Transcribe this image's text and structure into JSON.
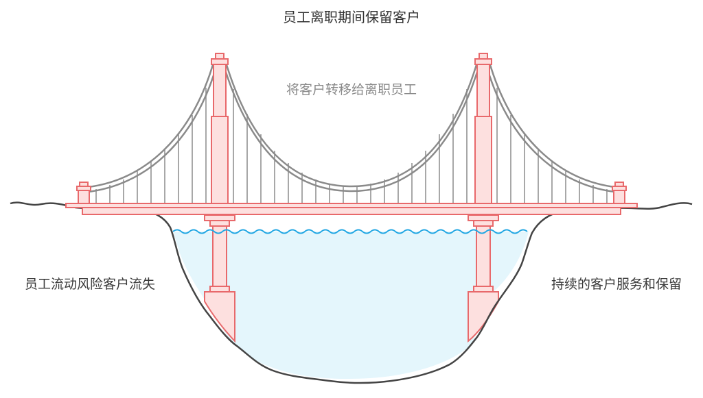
{
  "title": "员工离职期间保留客户",
  "bridge_label": "将客户转移给离职员工",
  "left_label": "员工流动风险客户流失",
  "right_label": "持续的客户服务和保留",
  "colors": {
    "tower_fill": "#fde0df",
    "tower_stroke": "#e8696b",
    "cable": "#8a8a8a",
    "water_fill": "#e4f6fc",
    "wave": "#22a7e3",
    "ground": "#444444",
    "text": "#3a3a3a",
    "bridge_label": "#8a8a8a"
  },
  "icons": [
    "suspension-bridge-illustration",
    "water-wave-icon",
    "cliff-icon"
  ]
}
